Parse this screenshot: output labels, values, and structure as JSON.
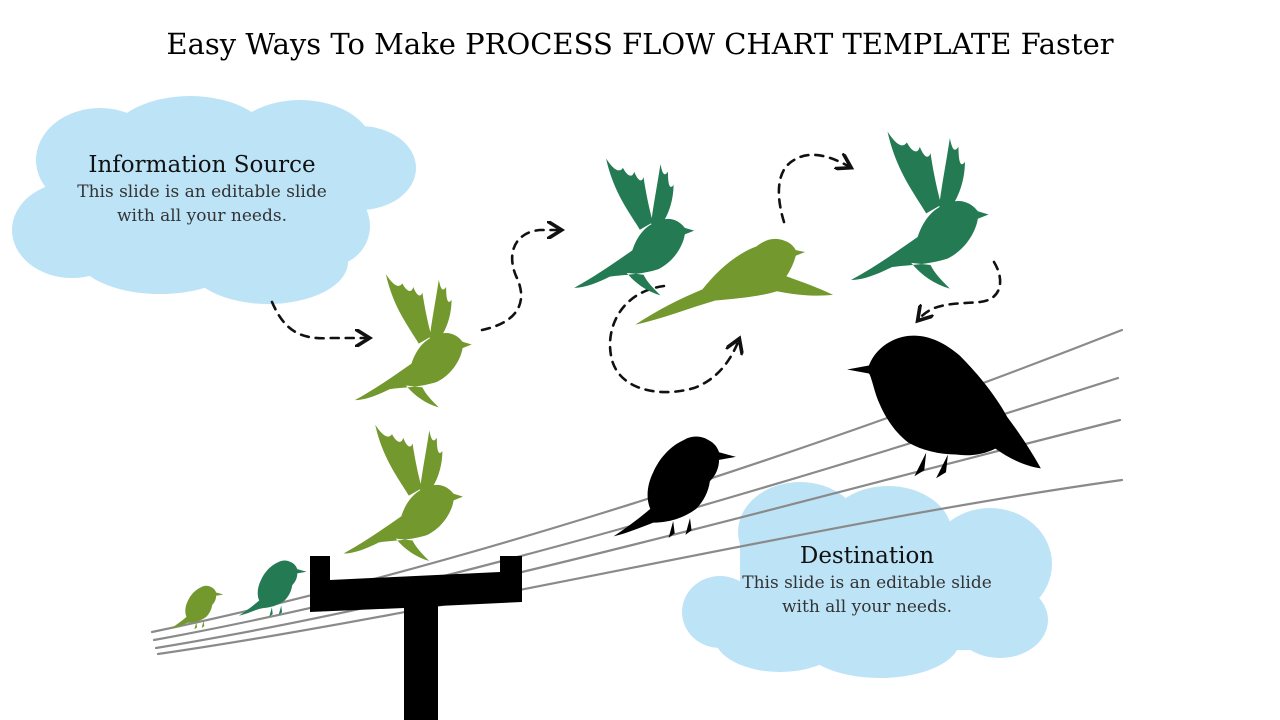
{
  "slide": {
    "title": "Easy Ways To Make PROCESS FLOW CHART TEMPLATE Faster"
  },
  "source": {
    "heading": "Information Source",
    "body": "This slide is an editable slide with all your needs."
  },
  "destination": {
    "heading": "Destination",
    "body": "This slide is an editable slide with all your needs."
  },
  "colors": {
    "cloud": "#bde3f7",
    "light_green": "#72982e",
    "dark_green": "#247a53",
    "black": "#000000",
    "wire": "#8a8a8a",
    "arrow": "#111111"
  },
  "icons": {
    "flying_bird": "flying-bird-icon",
    "perched_bird": "perched-bird-icon",
    "pole": "utility-pole-icon",
    "cloud": "cloud-shape-icon"
  }
}
